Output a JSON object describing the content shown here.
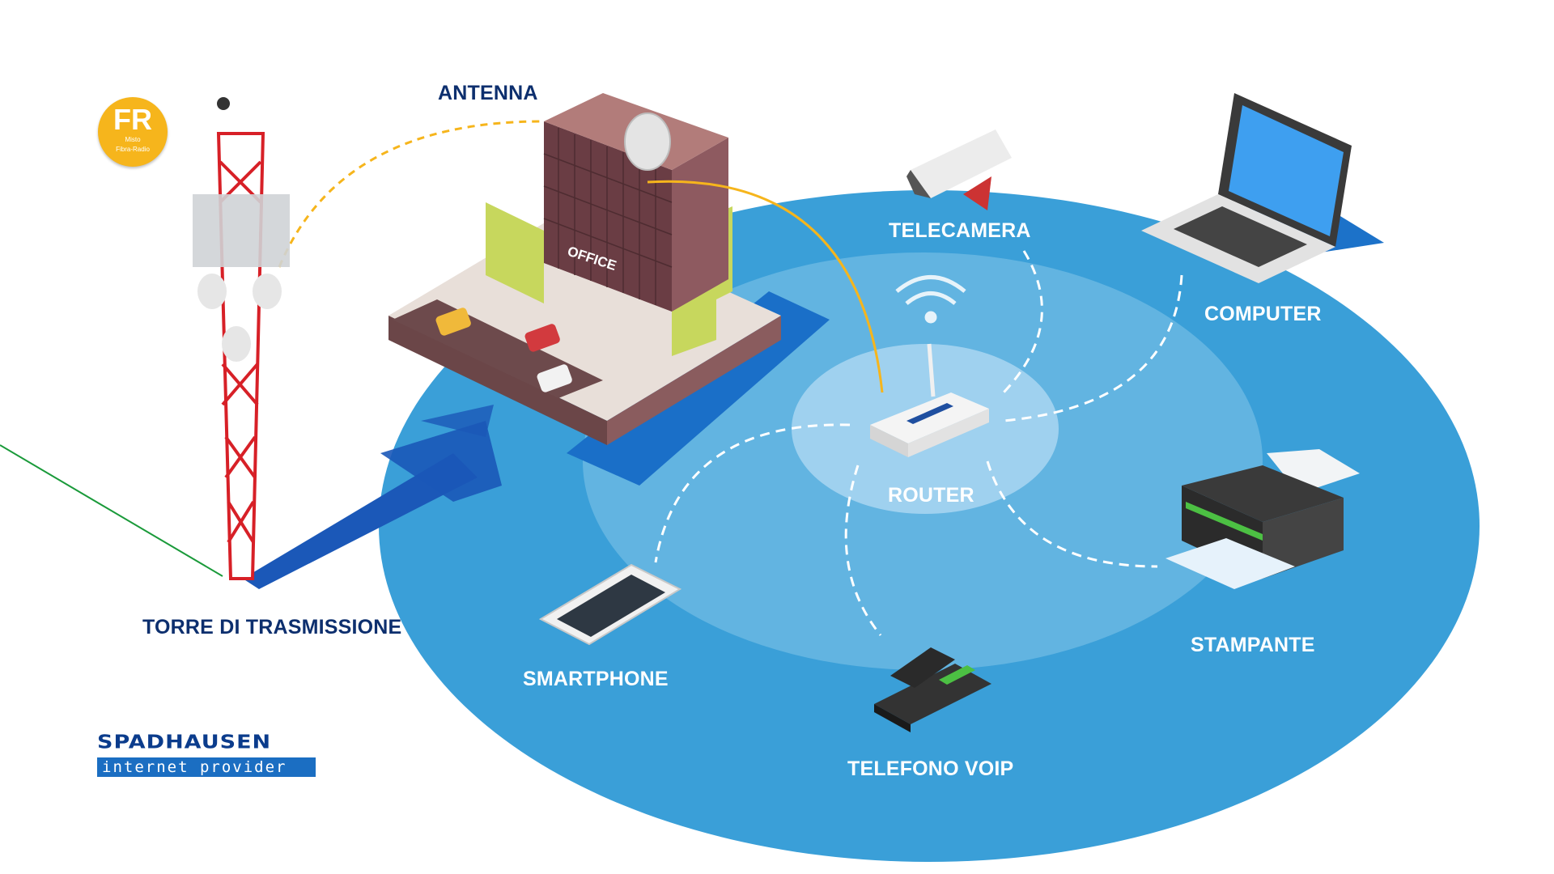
{
  "badge": {
    "code": "FR",
    "subtitle_line1": "Misto",
    "subtitle_line2": "Fibra-Radio"
  },
  "labels": {
    "antenna": "ANTENNA",
    "telecamera": "TELECAMERA",
    "computer": "COMPUTER",
    "router": "ROUTER",
    "stampante": "STAMPANTE",
    "smartphone": "SMARTPHONE",
    "telefono": "TELEFONO VOIP",
    "torre": "TORRE DI TRASMISSIONE"
  },
  "building": {
    "sign": "OFFICE"
  },
  "brand": {
    "name": "SPADHAUSEN",
    "tagline": "internet provider"
  },
  "colors": {
    "outer_disc": "#3a9fd8",
    "middle_disc": "#65b6e2",
    "inner_disc": "#9dd0ef",
    "label_dark": "#0d2f6e",
    "tower_red": "#d72027",
    "link_yellow": "#f6b51c",
    "fiber_green": "#1a9a3a"
  },
  "icons": [
    "tower-icon",
    "office-building-icon",
    "security-camera-icon",
    "laptop-icon",
    "wifi-router-icon",
    "printer-icon",
    "smartphone-icon",
    "voip-phone-icon",
    "wifi-signal-icon"
  ]
}
